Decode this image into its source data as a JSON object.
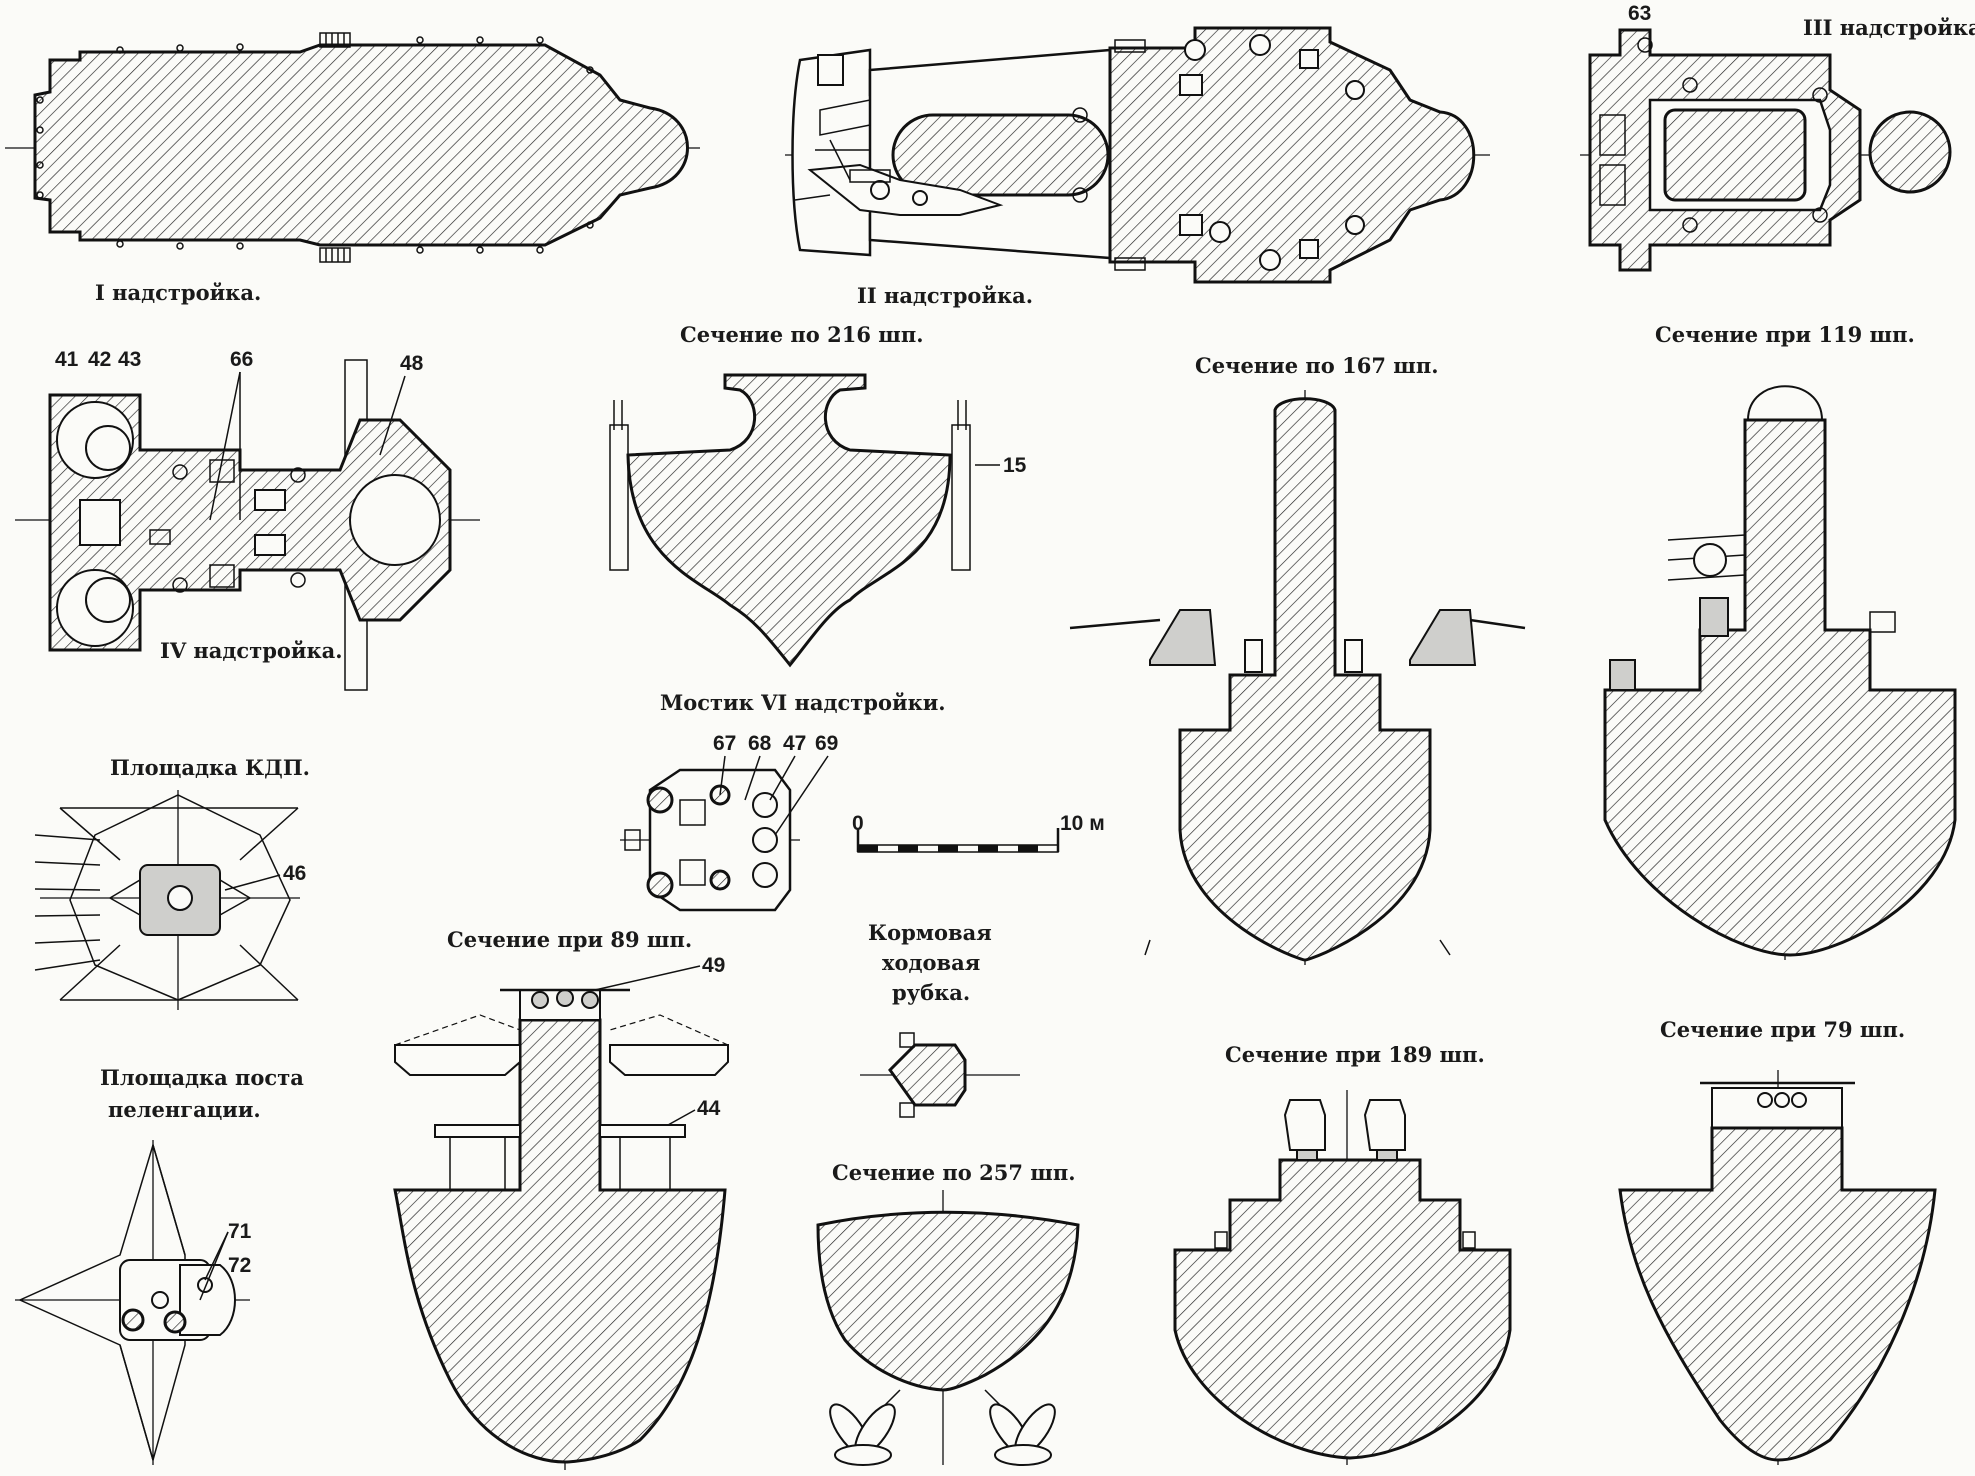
{
  "drawing": {
    "views": [
      {
        "key": "sup1",
        "label": "I надстройка."
      },
      {
        "key": "sup2",
        "label": "II надстройка."
      },
      {
        "key": "sup3",
        "label": "III надстройка."
      },
      {
        "key": "sup4",
        "label": "IV надстройка."
      },
      {
        "key": "sec216",
        "label": "Сечение по 216 шп."
      },
      {
        "key": "sec167",
        "label": "Сечение по 167 шп."
      },
      {
        "key": "sec119",
        "label": "Сечение при 119 шп."
      },
      {
        "key": "bridge6",
        "label": "Мостик VI надстройки."
      },
      {
        "key": "kdp",
        "label": "Площадка КДП."
      },
      {
        "key": "sec89",
        "label": "Сечение при 89 шп."
      },
      {
        "key": "aftwheel_1",
        "label": "Кормовая"
      },
      {
        "key": "aftwheel_2",
        "label": "ходовая"
      },
      {
        "key": "aftwheel_3",
        "label": "рубка."
      },
      {
        "key": "sec189",
        "label": "Сечение при 189 шп."
      },
      {
        "key": "sec79",
        "label": "Сечение при 79 шп."
      },
      {
        "key": "df_1",
        "label": "Площадка поста"
      },
      {
        "key": "df_2",
        "label": "пеленгации."
      },
      {
        "key": "sec257",
        "label": "Сечение по 257 шп."
      }
    ],
    "callouts": [
      "63",
      "41",
      "42",
      "43",
      "66",
      "48",
      "15",
      "67",
      "68",
      "47",
      "69",
      "46",
      "49",
      "44",
      "71",
      "72"
    ],
    "scale_bar": {
      "start": "0",
      "end": "10 м"
    }
  }
}
